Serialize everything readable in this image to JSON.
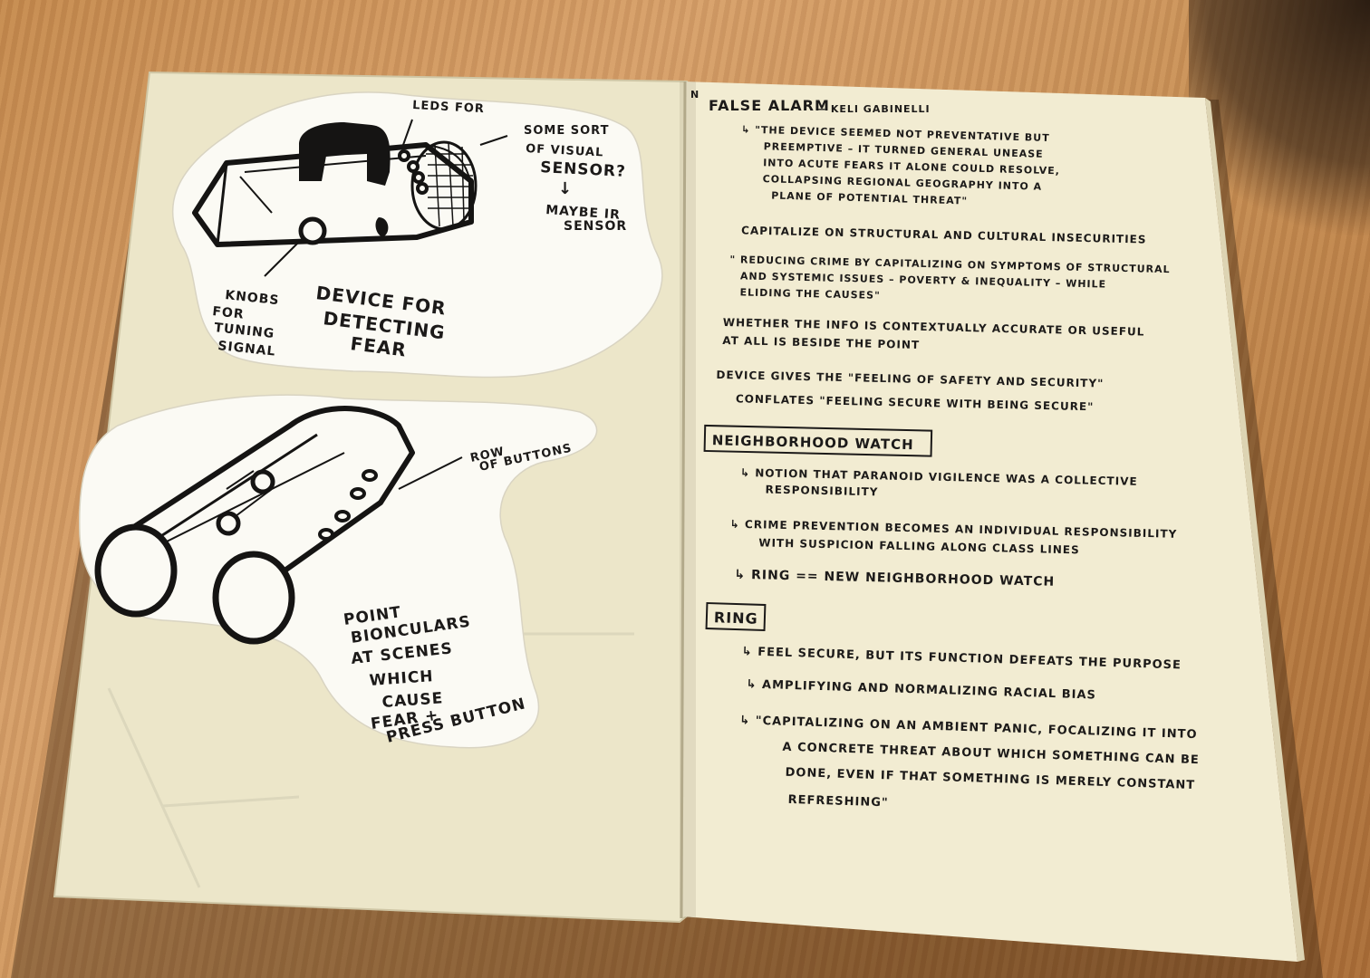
{
  "left_page": {
    "sketch1": {
      "caption": [
        "DEVICE FOR",
        "DETECTING",
        "FEAR"
      ],
      "label_leds": "LEDS FOR",
      "label_sensor": [
        "SOME SORT",
        "OF VISUAL",
        "SENSOR?"
      ],
      "label_arrow": "↓",
      "label_ir": [
        "MAYBE IR",
        "SENSOR"
      ],
      "label_knobs": [
        "KNOBS",
        "FOR",
        "TUNING",
        "SIGNAL"
      ]
    },
    "sketch2": {
      "label_buttons": [
        "ROW",
        "OF BUTTONS"
      ],
      "caption": [
        "POINT",
        "BIONCULARS",
        "AT SCENES",
        "WHICH",
        "CAUSE",
        "FEAR +",
        "PRESS BUTTON"
      ]
    }
  },
  "right_page": {
    "page_mark": "N",
    "title": "FALSE ALARM",
    "author": "— KELI GABINELLI",
    "quote1": [
      "↳ \"THE DEVICE SEEMED NOT PREVENTATIVE BUT",
      "PREEMPTIVE – IT TURNED GENERAL UNEASE",
      "INTO ACUTE FEARS IT ALONE COULD RESOLVE,",
      "COLLAPSING REGIONAL GEOGRAPHY INTO A",
      "PLANE OF POTENTIAL THREAT\""
    ],
    "capitalize": "CAPITALIZE ON STRUCTURAL AND CULTURAL INSECURITIES",
    "quote2": [
      "\" REDUCING CRIME BY CAPITALIZING ON SYMPTOMS OF STRUCTURAL",
      "AND SYSTEMIC ISSUES – POVERTY & INEQUALITY – WHILE",
      "ELIDING THE CAUSES\""
    ],
    "whether": [
      "WHETHER THE INFO IS CONTEXTUALLY ACCURATE OR USEFUL",
      "AT ALL IS BESIDE THE POINT"
    ],
    "device_gives": "DEVICE GIVES THE \"FEELING OF SAFETY AND SECURITY\"",
    "conflates": "CONFLATES \"FEELING SECURE WITH BEING SECURE\"",
    "neighborhood_heading": "NEIGHBORHOOD WATCH",
    "nw_items": [
      [
        "↳ NOTION THAT PARANOID VIGILENCE WAS A COLLECTIVE",
        "RESPONSIBILITY"
      ],
      [
        "↳ CRIME PREVENTION BECOMES AN INDIVIDUAL RESPONSIBILITY",
        "WITH SUSPICION FALLING ALONG CLASS LINES"
      ],
      [
        "↳ RING == NEW NEIGHBORHOOD WATCH"
      ]
    ],
    "ring_heading": "RING",
    "ring_items": [
      "↳ FEEL SECURE, BUT ITS FUNCTION DEFEATS THE PURPOSE",
      "↳ AMPLIFYING AND NORMALIZING RACIAL BIAS",
      "↳ \"CAPITALIZING ON AN AMBIENT PANIC, FOCALIZING IT INTO",
      "A CONCRETE THREAT ABOUT WHICH SOMETHING CAN BE",
      "DONE, EVEN IF THAT SOMETHING IS MERELY CONSTANT",
      "REFRESHING\""
    ]
  }
}
